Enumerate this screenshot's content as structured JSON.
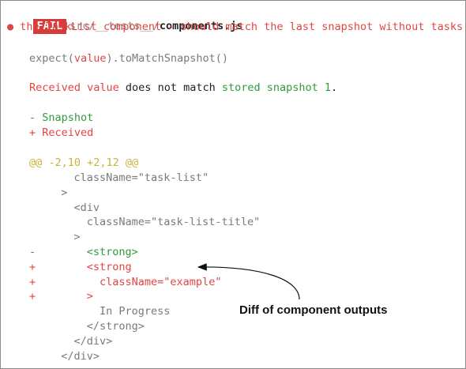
{
  "header": {
    "badge": "FAIL",
    "path_dim": "src/__tests__/",
    "file": "components.js"
  },
  "failure": {
    "bullet": "●",
    "title": "the TaskList component › should match the last snapshot without tasks"
  },
  "expect": {
    "pre": "expect(",
    "arg": "value",
    "post": ").toMatchSnapshot()"
  },
  "message": {
    "received": "Received value",
    "mid": " does not match ",
    "stored": "stored snapshot 1",
    "end": "."
  },
  "legend": {
    "snapshot": "- Snapshot",
    "received": "+ Received"
  },
  "diff": {
    "hunk": "@@ -2,10 +2,12 @@",
    "lines": [
      {
        "prefix": "",
        "text": "    className=\"task-list\"",
        "kind": "context"
      },
      {
        "prefix": "",
        "text": "  >",
        "kind": "context"
      },
      {
        "prefix": "",
        "text": "    <div",
        "kind": "context"
      },
      {
        "prefix": "",
        "text": "      className=\"task-list-title\"",
        "kind": "context"
      },
      {
        "prefix": "",
        "text": "    >",
        "kind": "context"
      },
      {
        "prefix": "-",
        "text": "      <strong>",
        "kind": "removed"
      },
      {
        "prefix": "+",
        "text": "      <strong",
        "kind": "added"
      },
      {
        "prefix": "+",
        "text": "        className=\"example\"",
        "kind": "added"
      },
      {
        "prefix": "+",
        "text": "      >",
        "kind": "added"
      },
      {
        "prefix": "",
        "text": "        In Progress",
        "kind": "context"
      },
      {
        "prefix": "",
        "text": "      </strong>",
        "kind": "context"
      },
      {
        "prefix": "",
        "text": "    </div>",
        "kind": "context"
      },
      {
        "prefix": "",
        "text": "  </div>",
        "kind": "context"
      }
    ]
  },
  "annotation": {
    "text": "Diff of component outputs"
  },
  "colors": {
    "fail_badge": "#d63b3b",
    "error_red": "#e24444",
    "snapshot_green": "#2f9a3a",
    "hunk_yellow": "#c6b63a",
    "context_gray": "#7a7a7a"
  }
}
